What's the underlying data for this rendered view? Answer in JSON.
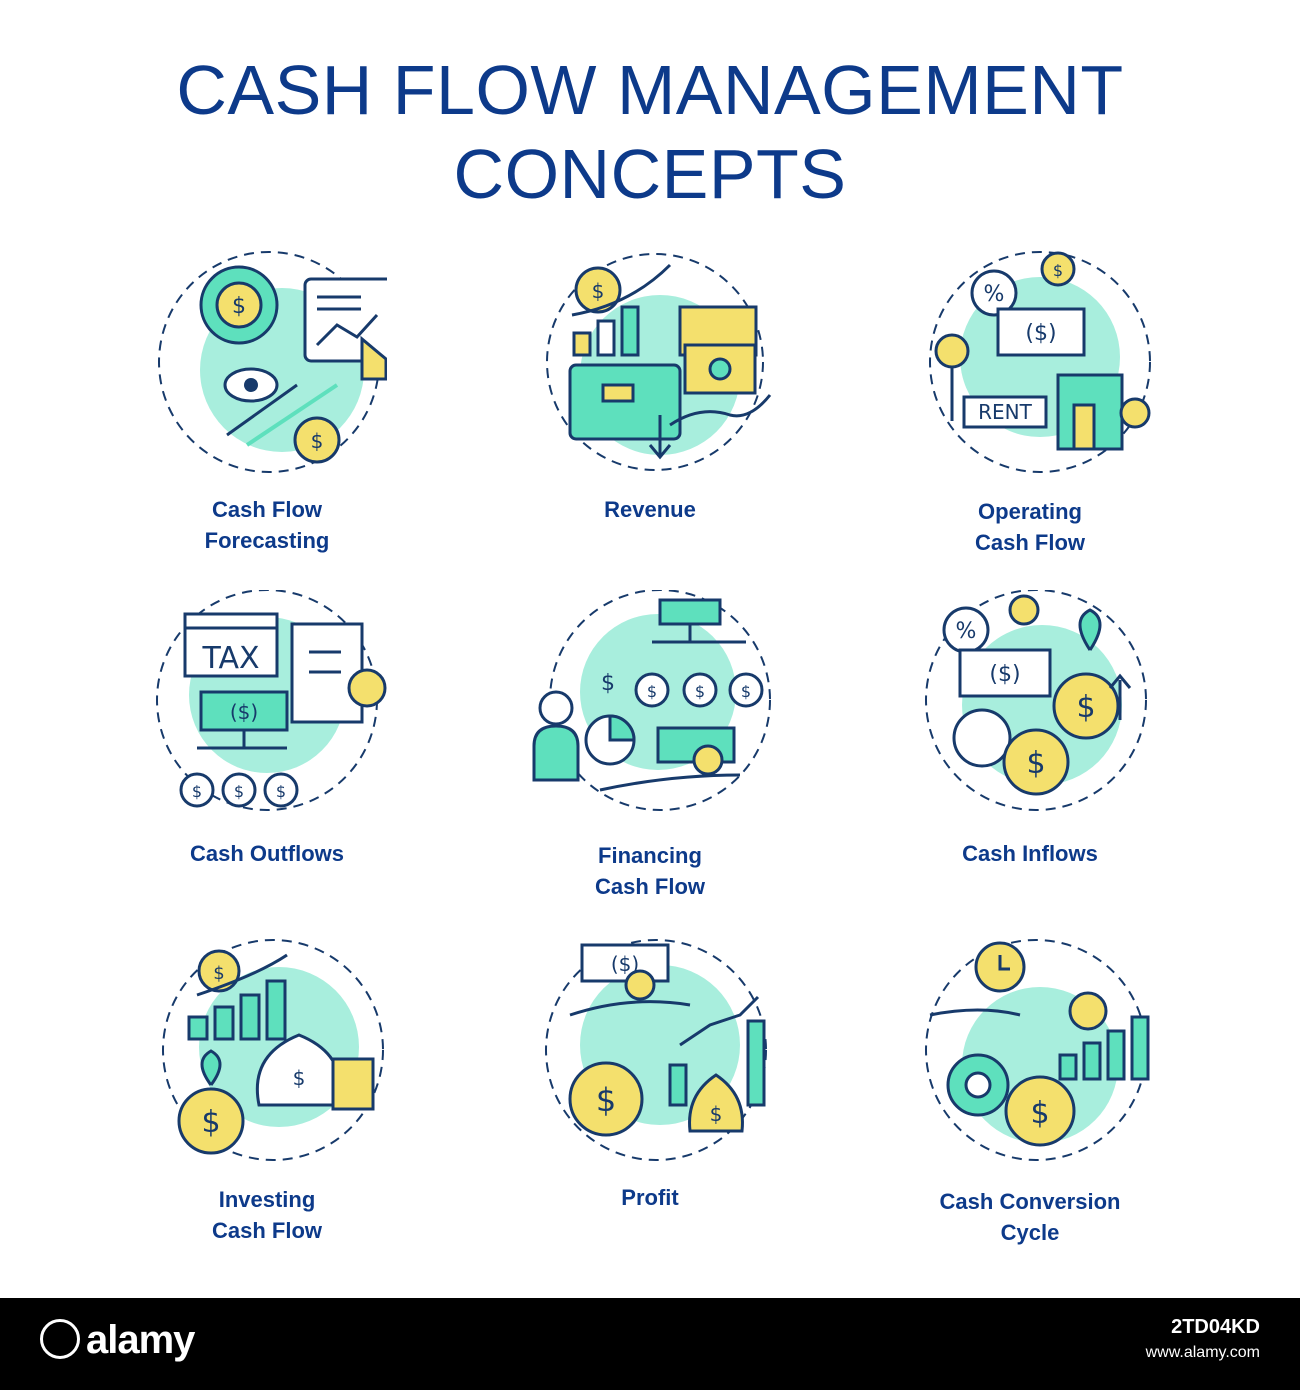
{
  "title": {
    "line1": "CASH FLOW MANAGEMENT",
    "line2": "CONCEPTS"
  },
  "concepts": [
    {
      "line1": "Cash Flow",
      "line2": "Forecasting",
      "icon": "forecasting-icon"
    },
    {
      "line1": "Revenue",
      "line2": "",
      "icon": "revenue-icon"
    },
    {
      "line1": "Operating",
      "line2": "Cash Flow",
      "icon": "operating-cash-flow-icon"
    },
    {
      "line1": "Cash Outflows",
      "line2": "",
      "icon": "cash-outflows-icon",
      "badge": "TAX"
    },
    {
      "line1": "Financing",
      "line2": "Cash Flow",
      "icon": "financing-cash-flow-icon"
    },
    {
      "line1": "Cash Inflows",
      "line2": "",
      "icon": "cash-inflows-icon"
    },
    {
      "line1": "Investing",
      "line2": "Cash Flow",
      "icon": "investing-cash-flow-icon"
    },
    {
      "line1": "Profit",
      "line2": "",
      "icon": "profit-icon"
    },
    {
      "line1": "Cash Conversion",
      "line2": "Cycle",
      "icon": "cash-conversion-cycle-icon"
    }
  ],
  "icon_text": {
    "dollar": "$",
    "money": "($)",
    "percent": "%",
    "rent": "RENT",
    "tax": "TAX"
  },
  "colors": {
    "navy": "#0d3a8a",
    "mint": "#a8eedd",
    "teal": "#5ee0bd",
    "yellow": "#f4e06d",
    "stroke": "#173a6b",
    "background": "#ffffff",
    "footer": "#000000"
  },
  "footer": {
    "brand": "alamy",
    "image_id": "2TD04KD",
    "url": "www.alamy.com"
  }
}
